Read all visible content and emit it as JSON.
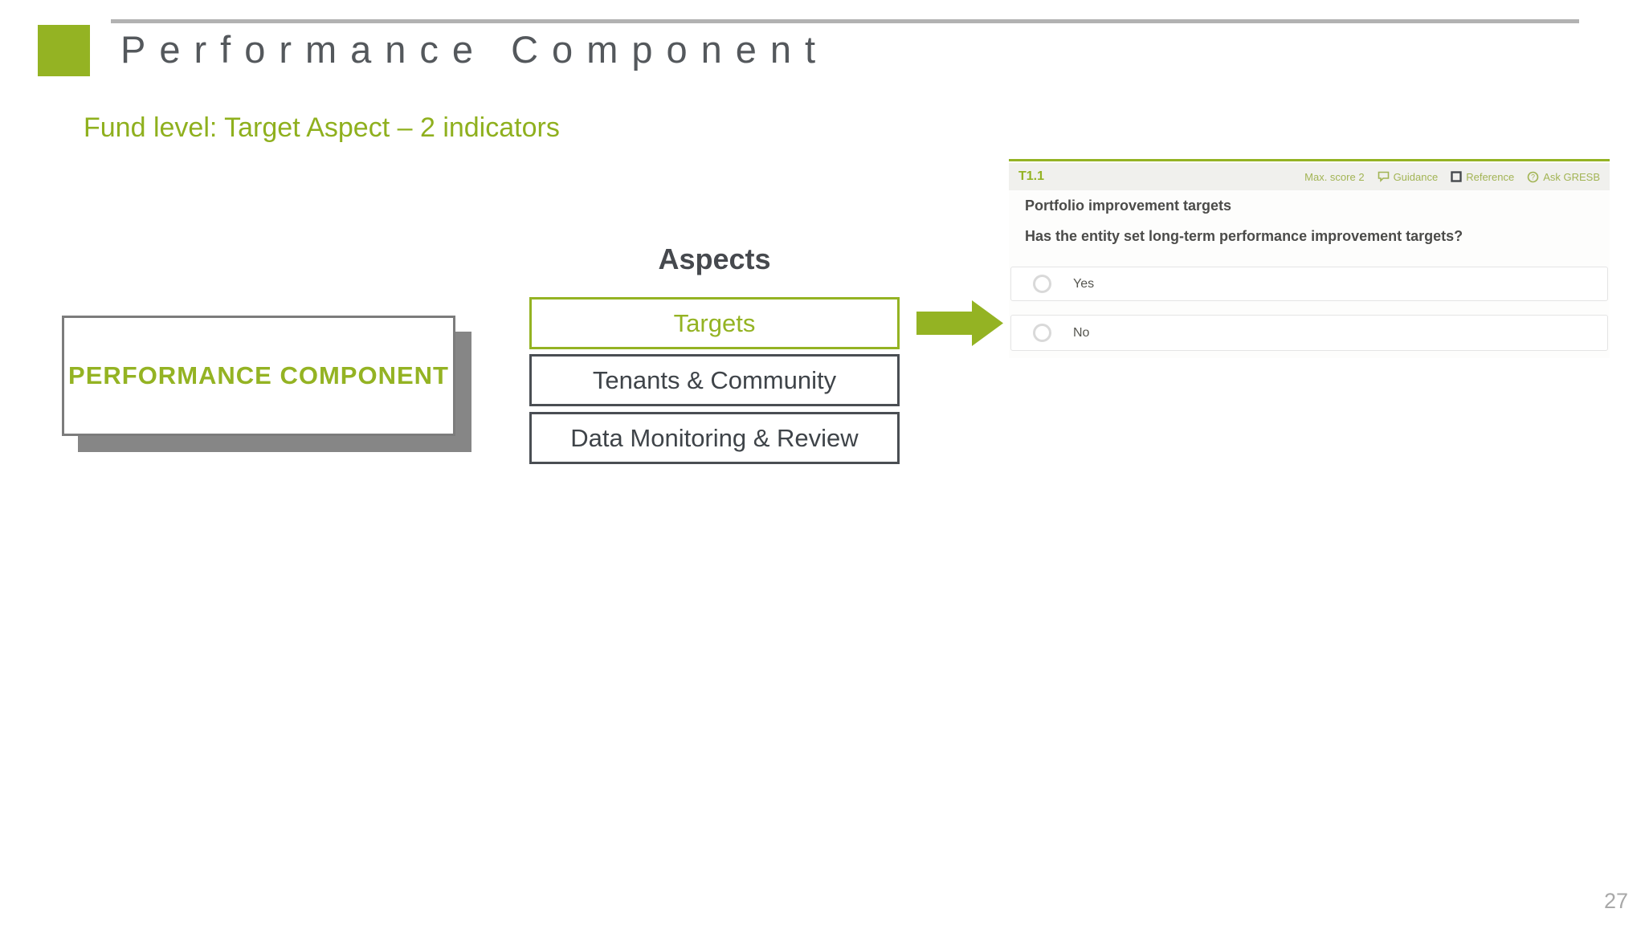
{
  "slide": {
    "title": "Performance Component",
    "subtitle": "Fund level: Target Aspect – 2 indicators",
    "page_number": "27"
  },
  "diagram": {
    "component_label": "PERFORMANCE COMPONENT",
    "aspects_heading": "Aspects",
    "aspects": [
      {
        "label": "Targets",
        "highlighted": true
      },
      {
        "label": "Tenants & Community",
        "highlighted": false
      },
      {
        "label": "Data Monitoring & Review",
        "highlighted": false
      }
    ]
  },
  "form": {
    "indicator_id": "T1.1",
    "max_score_label": "Max. score 2",
    "links": {
      "guidance": "Guidance",
      "reference": "Reference",
      "ask": "Ask GRESB"
    },
    "heading": "Portfolio improvement targets",
    "question": "Has the entity set long-term performance improvement targets?",
    "options": [
      {
        "label": "Yes",
        "selected": false
      },
      {
        "label": "No",
        "selected": false
      }
    ]
  },
  "icons": {
    "brand": "brand-square-icon",
    "arrow": "arrow-right-icon",
    "guidance": "speech-bubble-icon",
    "reference": "square-icon",
    "ask": "question-circle-icon",
    "option": "radio-icon"
  },
  "colors": {
    "accent_green": "#94b323",
    "title_gray": "#54585c",
    "dark_box_border": "#4a4e53",
    "shadow_gray": "#868686",
    "rule_gray": "#b2b2b2",
    "header_bar_bg": "#f0f0ed",
    "page_number_gray": "#a8a8a8"
  }
}
